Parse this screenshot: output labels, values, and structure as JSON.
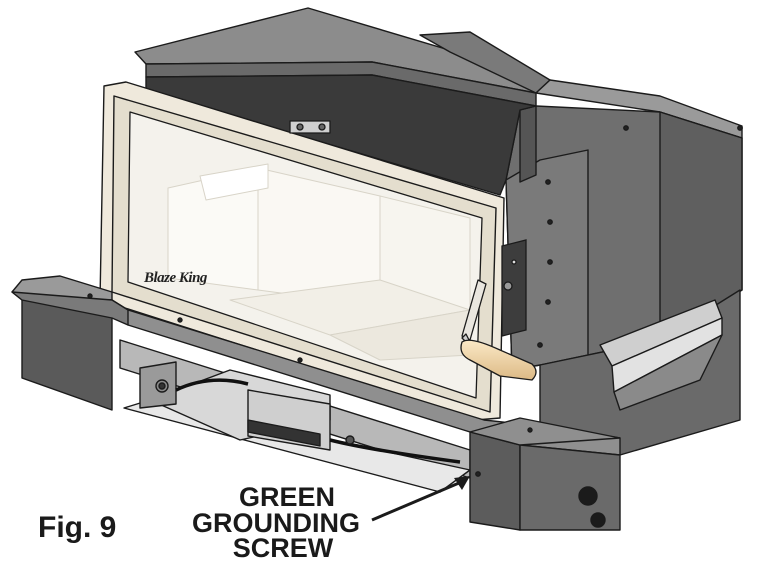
{
  "figure": {
    "label": "Fig. 9",
    "brand_logo": "Blaze King",
    "callout": {
      "line1": "GREEN",
      "line2": "GROUNDING",
      "line3": "SCREW"
    }
  },
  "colors": {
    "body_gray": "#6f6f6f",
    "dark_gray": "#4b4b4b",
    "light_gray": "#9a9a9a",
    "top_gray": "#8a8a8a",
    "frame_cream": "#efe9dc",
    "glass": "#f4f2ec",
    "handle": "#f3dcae",
    "outline": "#1b1b1b"
  }
}
